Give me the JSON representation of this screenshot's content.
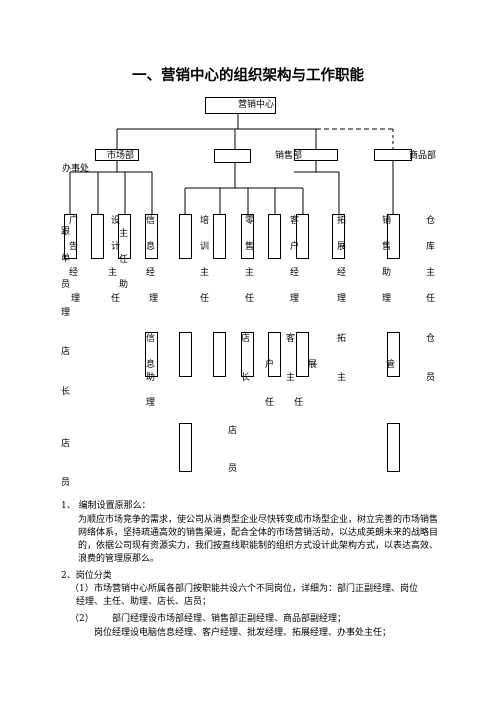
{
  "title": "一、营销中心的组织架构与工作职能",
  "chart": {
    "root": "营销中心",
    "dept1": "市场部",
    "dept2": "销售部",
    "dept3": "商品部",
    "dept_tail": "办事处",
    "row1": [
      "广",
      "设",
      "信",
      "培",
      "零",
      "客",
      "拓",
      "销",
      "仓"
    ],
    "row1_left": "跟",
    "row2": [
      "告",
      "计",
      "息",
      "训",
      "售",
      "户",
      "展",
      "售",
      "库"
    ],
    "row2_left": "单",
    "row2_extra1": "主",
    "row2_extra2": "任",
    "row3": [
      "经",
      "主",
      "经",
      "主",
      "主",
      "经",
      "经",
      "助",
      "主"
    ],
    "row3_left": "员",
    "row3_extra": "助",
    "row4": [
      "理",
      "任",
      "理",
      "任",
      "任",
      "理",
      "理",
      "理",
      "任"
    ],
    "row4_left": "理",
    "row5_left": "店",
    "row5": [
      "信",
      "店",
      "客",
      "拓",
      "仓"
    ],
    "row6": [
      "息",
      "户",
      "展",
      "管"
    ],
    "row6_left": "长",
    "row7": [
      "助",
      "长",
      "主",
      "主",
      "员"
    ],
    "row8": [
      "理",
      "任",
      "任"
    ],
    "row9": "店",
    "row9_left": "店",
    "row10": "员",
    "row10_left": "员"
  },
  "section1_title": "1、 编制设置原那么：",
  "section1_body": "为顺应市场竞争的需求，使公司从消费型企业尽快转变成市场型企业，树立完善的市场销售网络体系，坚持疏通高效的销售渠道，配合全体的市场营销活动，以达成英朗未来的战略目的，依据公司现有资源实力，我们按直线职能制的组织方式设计此架构方式，以表达高效、浪费的管理原那么。",
  "section2_title": "2、岗位分类",
  "item1_num": "（1）",
  "item1_text": "市场营销中心所属各部门按职能共设六个不同岗位，详细为：部门正副经理、岗位经理、主任、助理、店长、店员；",
  "item2_num": "（2）",
  "item2_text": "部门经理设市场部经理、销售部正副经理、商品部副经理；",
  "item2_line2": "岗位经理设电脑信息经理、客户经理、批发经理、拓展经理、办事处主任；"
}
